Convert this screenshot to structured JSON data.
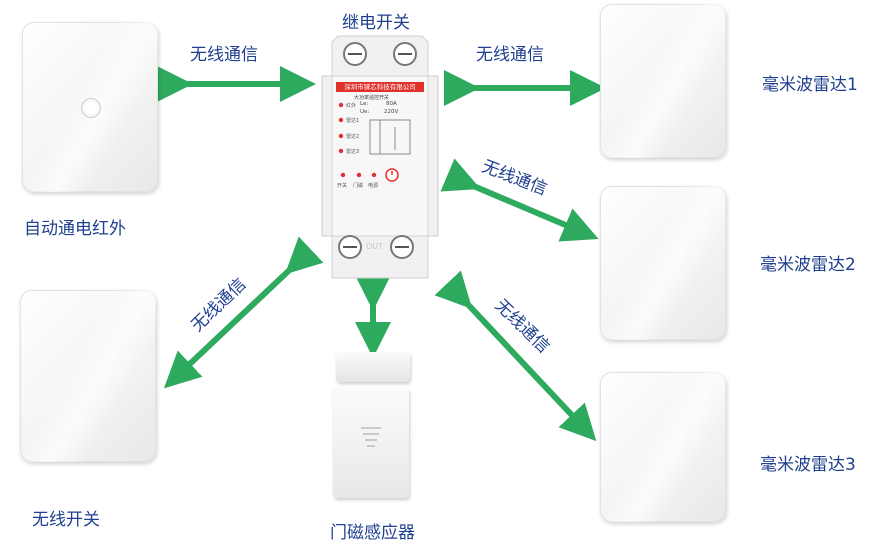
{
  "relay": {
    "title": "继电开关",
    "company": "深圳市铼芯科技有限公司",
    "product": "大功率遥控开关",
    "le_label": "Le:",
    "le_value": "80A",
    "ue_label": "Ue:",
    "ue_value": "220V",
    "indicators": [
      "红外",
      "雷达1",
      "雷达2",
      "雷达3"
    ],
    "bottom_indicators": [
      "开关",
      "门磁",
      "电源"
    ],
    "brand": "OUT"
  },
  "link_label": "无线通信",
  "devices": {
    "ir_switch": "自动通电红外",
    "wireless_switch": "无线开关",
    "door_sensor": "门磁感应器",
    "radar1": "毫米波雷达1",
    "radar2": "毫米波雷达2",
    "radar3": "毫米波雷达3"
  },
  "colors": {
    "arrow": "#2eaa5e",
    "label": "#1f3f8f",
    "relay_red": "#e0312b"
  },
  "icons": {
    "arrow": "double-headed-arrow-icon"
  }
}
